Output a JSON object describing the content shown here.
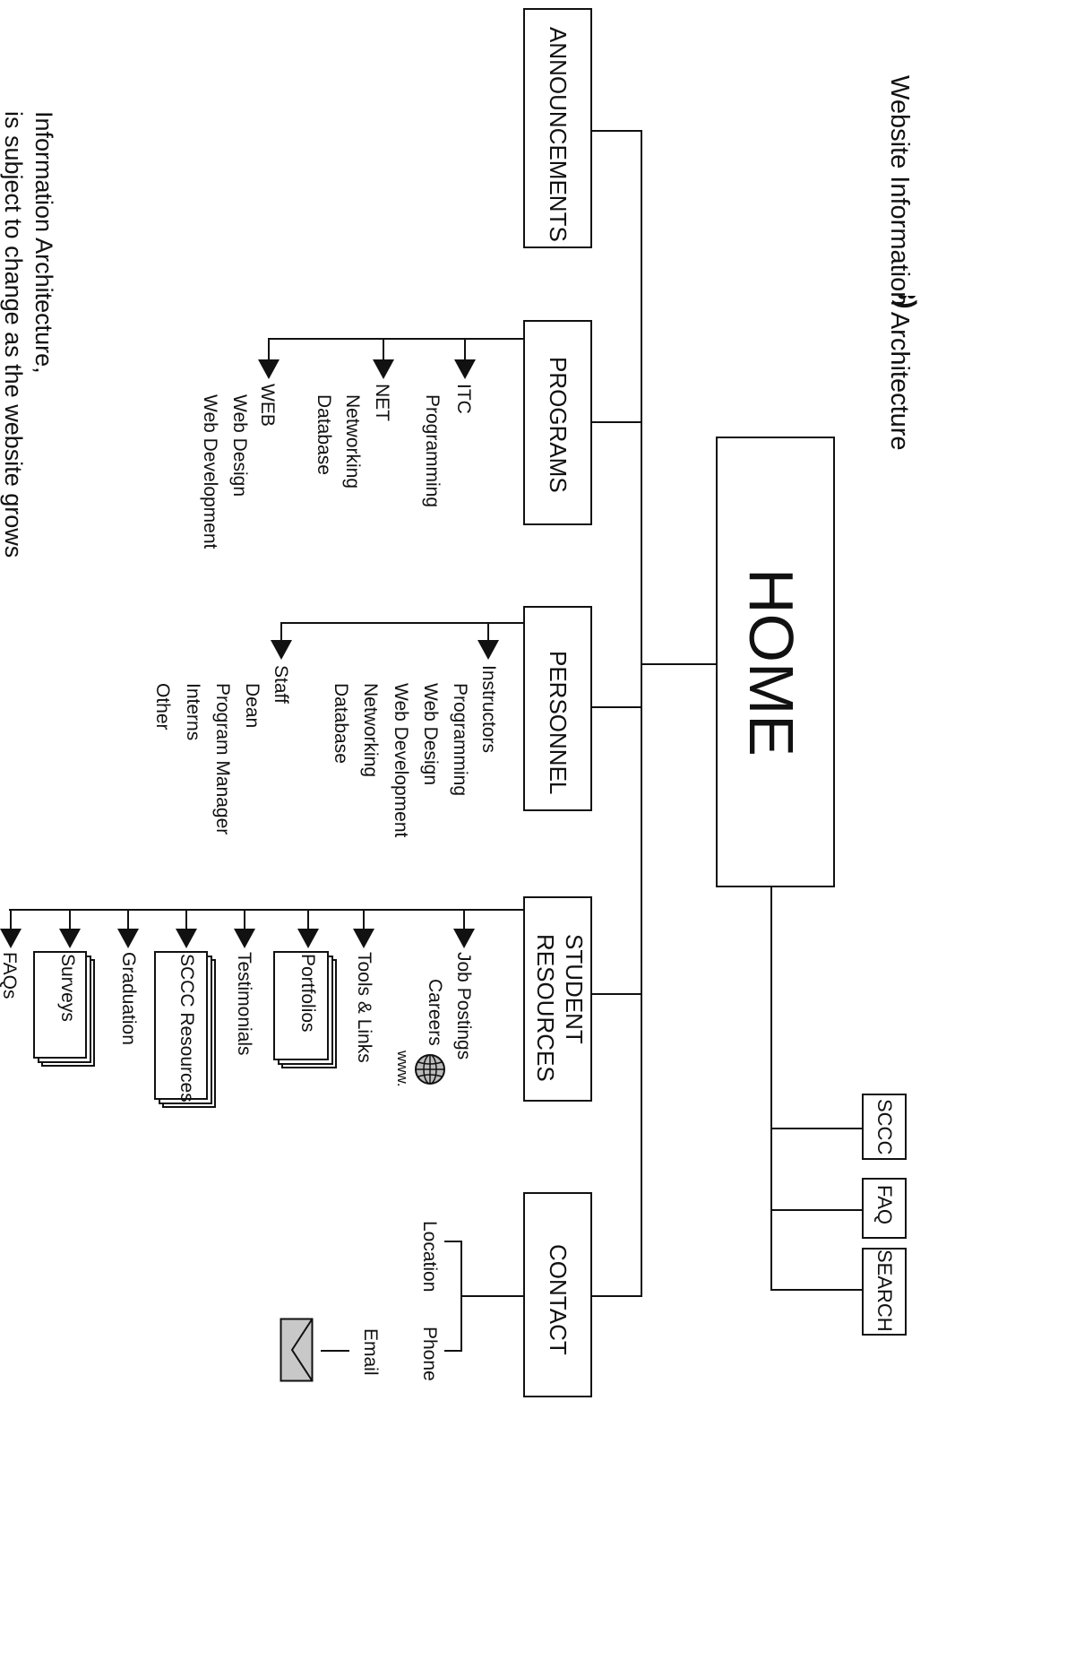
{
  "title": "Website Information Architecture",
  "title_marker": "3)",
  "footnote": [
    "Information Architecture,",
    "is subject to change as the website grows"
  ],
  "home": "HOME",
  "utility": [
    "SCCC",
    "FAQ",
    "SEARCH"
  ],
  "sections": {
    "announcements": "ANNOUNCEMENTS",
    "programs": "PROGRAMS",
    "personnel": "PERSONNEL",
    "student_resources": [
      "STUDENT",
      "RESOURCES"
    ],
    "contact": "CONTACT"
  },
  "programs": {
    "itc": "ITC",
    "itc_items": [
      "Programming"
    ],
    "net": "NET",
    "net_items": [
      "Networking",
      "Database"
    ],
    "web": "WEB",
    "web_items": [
      "Web Design",
      "Web Development"
    ]
  },
  "personnel": {
    "instructors": "Instructors",
    "instructor_items": [
      "Programming",
      "Web Design",
      "Web Development",
      "Networking",
      "Database"
    ],
    "staff": "Staff",
    "staff_items": [
      "Dean",
      "Program Manager",
      "Interns",
      "Other"
    ]
  },
  "student_resources": {
    "job_postings": "Job Postings",
    "careers": "Careers",
    "www": "www.",
    "tools_links": "Tools & Links",
    "portfolios": "Portfolios",
    "testimonials": "Testimonials",
    "sccc_resources": "SCCC Resources",
    "graduation": "Graduation",
    "surveys": "Surveys",
    "faqs": "FAQs"
  },
  "contact": {
    "location": "Location",
    "phone": "Phone",
    "email": "Email"
  },
  "colors": {
    "ink": "#111111",
    "envelope": "#c8c8c8"
  }
}
